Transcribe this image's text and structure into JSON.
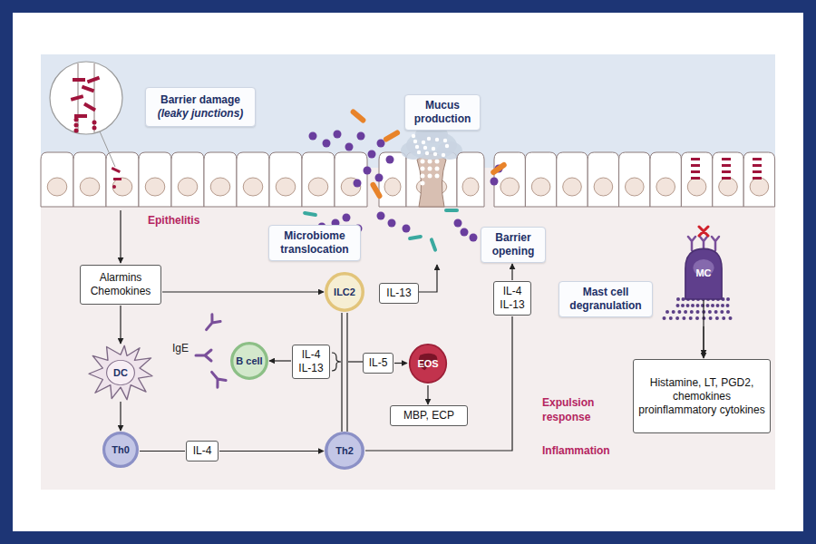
{
  "diagram": {
    "nodes": [
      {
        "text": [
          "Barrier damage",
          "(leaky junctions)"
        ]
      },
      {
        "text": [
          "Mucus production"
        ]
      },
      {
        "text": [
          "Microbiome translocation"
        ]
      },
      {
        "text": [
          "Barrier opening"
        ]
      },
      {
        "text": [
          "Alarmins Chemokines"
        ]
      },
      {
        "text": [
          "ILC2"
        ]
      },
      {
        "text": [
          "IL-13"
        ]
      },
      {
        "text": [
          "B cell"
        ]
      },
      {
        "text": [
          "IL-4 IL-13"
        ]
      },
      {
        "text": [
          "IL-5"
        ]
      },
      {
        "text": [
          "EOS"
        ]
      },
      {
        "text": [
          "MBP, ECP"
        ]
      },
      {
        "text": [
          "DC"
        ]
      },
      {
        "text": [
          "Th0"
        ]
      },
      {
        "text": [
          "IL-4"
        ]
      },
      {
        "text": [
          "Th2"
        ]
      },
      {
        "text": [
          "IL-4 IL-13"
        ]
      },
      {
        "text": [
          "MC"
        ]
      },
      {
        "text": [
          "Mast cell degranulation"
        ]
      },
      {
        "text": [
          "Histamine, LT, PGD2, chemokines proinflammatory cytokines"
        ]
      }
    ],
    "edges": [
      {
        "from": 4,
        "to": 5,
        "arrow": "to"
      },
      {
        "from": 4,
        "to": 12,
        "arrow": "to"
      },
      {
        "from": 12,
        "to": 13,
        "arrow": "to"
      },
      {
        "from": 13,
        "to": 14,
        "arrow": "none"
      },
      {
        "from": 14,
        "to": 15,
        "arrow": "to"
      },
      {
        "from": 8,
        "to": 7,
        "arrow": "to"
      },
      {
        "from": 9,
        "to": 10,
        "arrow": "to"
      },
      {
        "from": 10,
        "to": 11,
        "arrow": "to"
      },
      {
        "from": 15,
        "to": 16,
        "arrow": "none"
      },
      {
        "from": 16,
        "to": 3,
        "arrow": "to"
      },
      {
        "from": 17,
        "to": 19,
        "arrow": "to"
      }
    ],
    "labels": [
      "Epithelitis",
      "IgE",
      "Expulsion response",
      "Inflammation"
    ]
  }
}
